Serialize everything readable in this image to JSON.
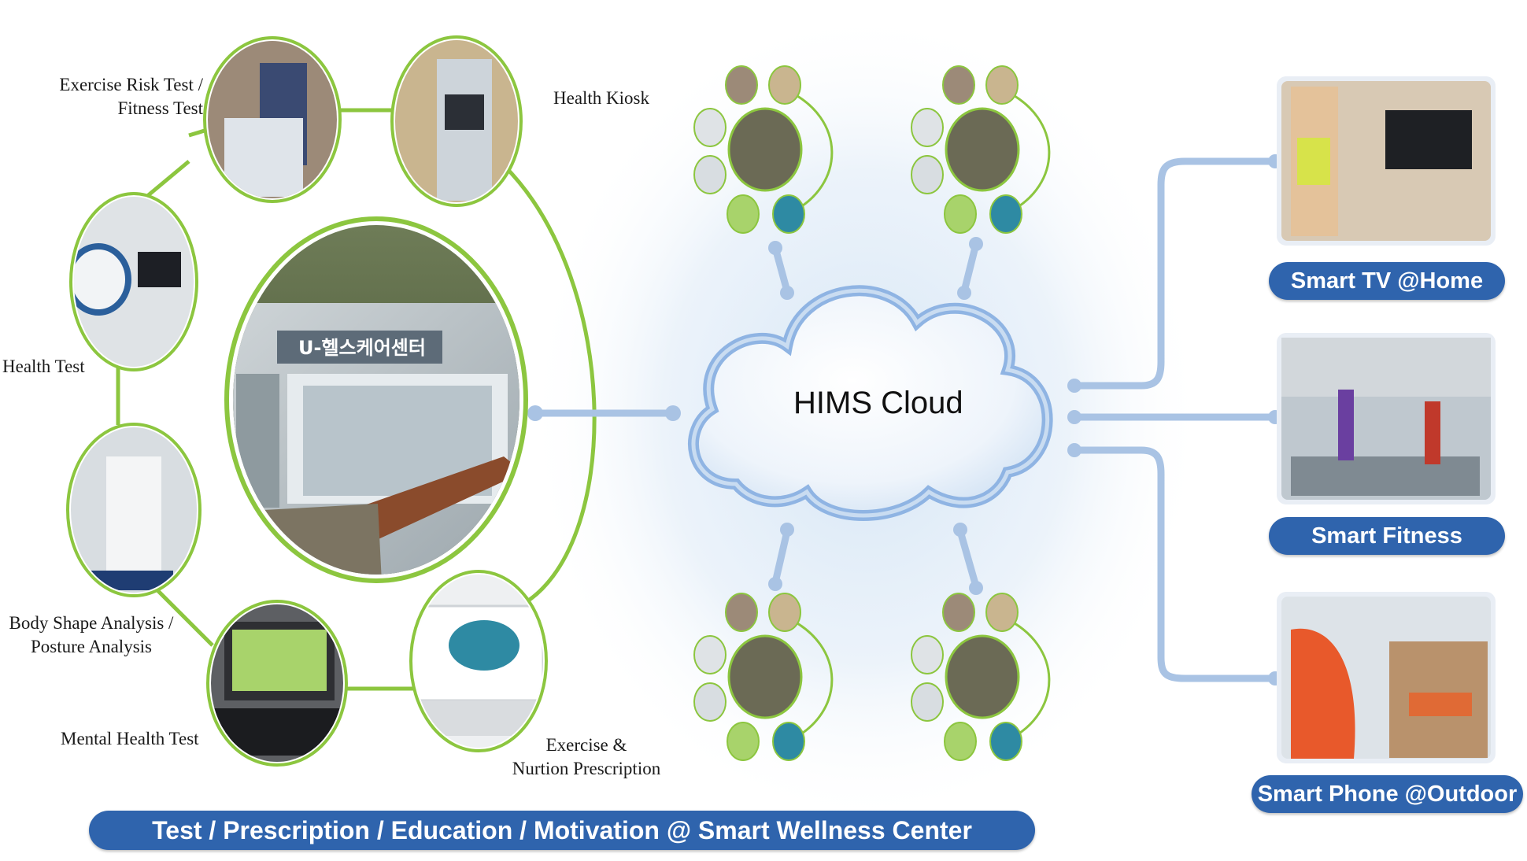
{
  "cloud": {
    "label": "HIMS Cloud"
  },
  "center": {
    "sign": "U-헬스케어센터",
    "caption": "Test / Prescription / Education / Motivation @ Smart Wellness Center"
  },
  "stations": [
    {
      "id": "exercise-risk",
      "line1": "Exercise Risk Test /",
      "line2": "Fitness Test"
    },
    {
      "id": "health-kiosk",
      "line1": "Health Kiosk"
    },
    {
      "id": "health-test",
      "line1": "Health Test"
    },
    {
      "id": "body-shape",
      "line1": "Body Shape Analysis /",
      "line2": "Posture Analysis"
    },
    {
      "id": "mental-health",
      "line1": "Mental Health Test"
    },
    {
      "id": "exercise-prescription",
      "line1": "Exercise &",
      "line2": "Nurtion Prescription"
    }
  ],
  "outputs": [
    {
      "id": "smart-tv",
      "label": "Smart TV @Home"
    },
    {
      "id": "smart-fitness",
      "label": "Smart Fitness"
    },
    {
      "id": "smart-phone",
      "label": "Smart Phone @Outdoor"
    }
  ],
  "colors": {
    "pill": "#2f64ad",
    "connector": "#a9c3e4",
    "ring": "#8cc63f",
    "cloud_edge": "#8fb4e3"
  }
}
